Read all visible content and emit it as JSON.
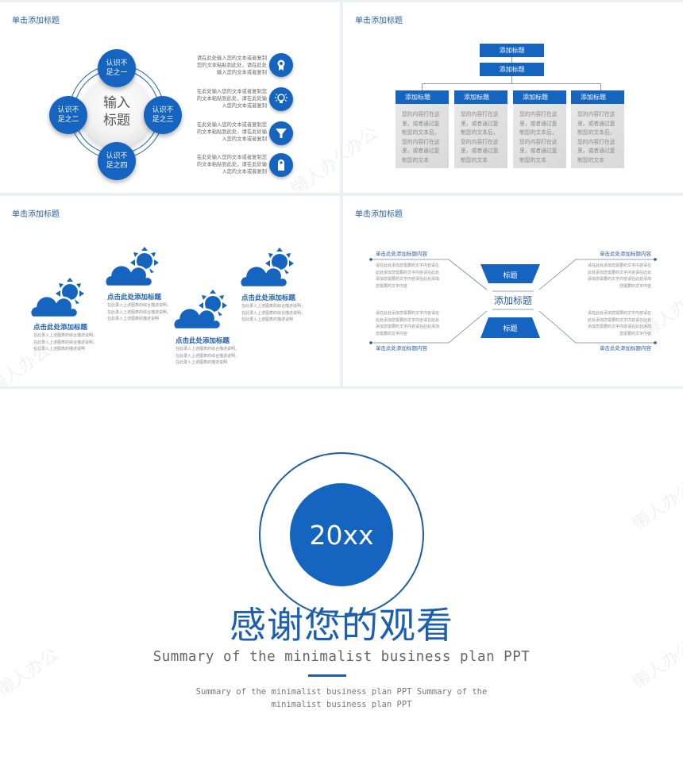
{
  "colors": {
    "accent": "#1565c0",
    "title_blue": "#2a5d9f",
    "grid_gap": "#eaeff4",
    "card_gray": "#dcdcdc"
  },
  "watermark": "懒人办公",
  "slide1": {
    "title": "单击添加标题",
    "center": {
      "line1": "输入",
      "line2": "标题"
    },
    "bubbles": [
      {
        "line1": "认识不",
        "line2": "足之一"
      },
      {
        "line1": "认识不",
        "line2": "足之二"
      },
      {
        "line1": "认识不",
        "line2": "足之三"
      },
      {
        "line1": "认识不",
        "line2": "足之四"
      }
    ],
    "items": [
      {
        "icon": "award-ribbon-icon",
        "lines": [
          "请在此处输入您的文本或者复制",
          "您的文本粘贴到此处，请在此处",
          "输入您的文本或者复制"
        ]
      },
      {
        "icon": "lightbulb-icon",
        "lines": [
          "在此处输入您的文本或者复制您",
          "的文本粘贴到此处，请在此处输",
          "入您的文本或者复制"
        ]
      },
      {
        "icon": "funnel-icon",
        "lines": [
          "在此处输入您的文本或者复制您",
          "的文本粘贴到此处，请在此处输",
          "入您的文本或者复制"
        ]
      },
      {
        "icon": "door-hanger-icon",
        "lines": [
          "在此处输入您的文本或者复制您",
          "的文本粘贴到此处，请在此处输",
          "入您的文本或者复制"
        ]
      }
    ]
  },
  "slide2": {
    "title": "单击添加标题",
    "top_box": "添加标题",
    "second_box": "添加标题",
    "cards": [
      {
        "head": "添加标题",
        "lines": [
          "您的内容打在这",
          "里，或者通过复",
          "制您的文本后，",
          "您的内容打在这",
          "里，或者通过复",
          "制您的文本"
        ]
      },
      {
        "head": "添加标题",
        "lines": [
          "您的内容打在这",
          "里，或者通过复",
          "制您的文本后，",
          "您的内容打在这",
          "里，或者通过复",
          "制您的文本"
        ]
      },
      {
        "head": "添加标题",
        "lines": [
          "您的内容打在这",
          "里，或者通过复",
          "制您的文本后，",
          "您的内容打在这",
          "里，或者通过复",
          "制您的文本"
        ]
      },
      {
        "head": "添加标题",
        "lines": [
          "您的内容打在这",
          "里，或者通过复",
          "制您的文本后，",
          "您的内容打在这",
          "里，或者通过复",
          "制您的文本"
        ]
      }
    ]
  },
  "slide3": {
    "title": "单击添加标题",
    "items": [
      {
        "heading": "点击此处添加标题",
        "lines": [
          "在此录入上述图表的综合描述说明，",
          "在此录入上述图表的综合描述说明，",
          "在此录入上述图表的描述说明"
        ]
      },
      {
        "heading": "点击此处添加标题",
        "lines": [
          "在此录入上述图表的综合描述说明，",
          "在此录入上述图表的综合描述说明，",
          "在此录入上述图表的描述说明"
        ]
      },
      {
        "heading": "点击此处添加标题",
        "lines": [
          "在此录入上述图表的综合描述说明，",
          "在此录入上述图表的综合描述说明，",
          "在此录入上述图表的描述说明"
        ]
      },
      {
        "heading": "点击此处添加标题",
        "lines": [
          "在此录入上述图表的综合描述说明，",
          "在此录入上述图表的综合描述说明，",
          "在此录入上述图表的描述说明"
        ]
      }
    ]
  },
  "slide4": {
    "title": "单击添加标题",
    "center_title": "添加标题",
    "top_trap": "标题",
    "bottom_trap": "标题",
    "quadrants": [
      {
        "heading": "单击此处添加标题内容",
        "lines": [
          "请在此处添加您需要的文字内容请在",
          "此处添加您需要的文字内容请在此处",
          "添加您需要的文字内容请在此处添加",
          "您需要的文字内容"
        ]
      },
      {
        "heading": "单击此处添加标题内容",
        "lines": [
          "请在此处添加您需要的文字内容请在",
          "此处添加您需要的文字内容请在此处",
          "添加您需要的文字内容请在此处添加",
          "您需要的文字内容"
        ]
      },
      {
        "heading": "单击此处添加标题内容",
        "lines": [
          "请在此处添加您需要的文字内容请在",
          "此处添加您需要的文字内容请在此处",
          "添加您需要的文字内容请在此处添加",
          "您需要的文字内容"
        ]
      },
      {
        "heading": "单击此处添加标题内容",
        "lines": [
          "请在此处添加您需要的文字内容请在",
          "此处添加您需要的文字内容请在此处",
          "添加您需要的文字内容请在此处添加",
          "您需要的文字内容"
        ]
      }
    ]
  },
  "final": {
    "year": "20xx",
    "thanks": "感谢您的观看",
    "summary": "Summary of the minimalist business plan PPT",
    "summary_small_line1": "Summary of the minimalist business plan PPT Summary of the",
    "summary_small_line2": "minimalist business plan PPT"
  }
}
